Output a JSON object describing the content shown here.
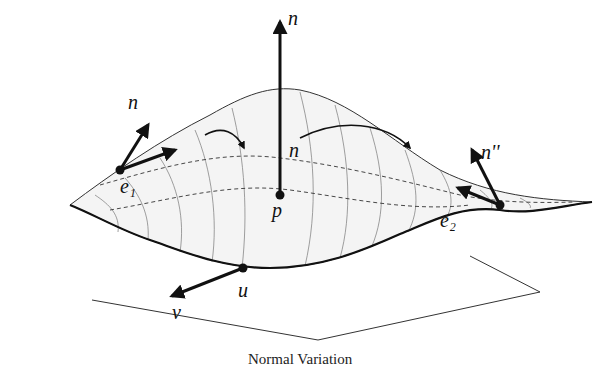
{
  "diagram": {
    "caption": "Normal Variation",
    "labels": [
      "n",
      "n",
      "e₁",
      "n",
      "p",
      "n''",
      "e₂",
      "v",
      "u"
    ]
  }
}
